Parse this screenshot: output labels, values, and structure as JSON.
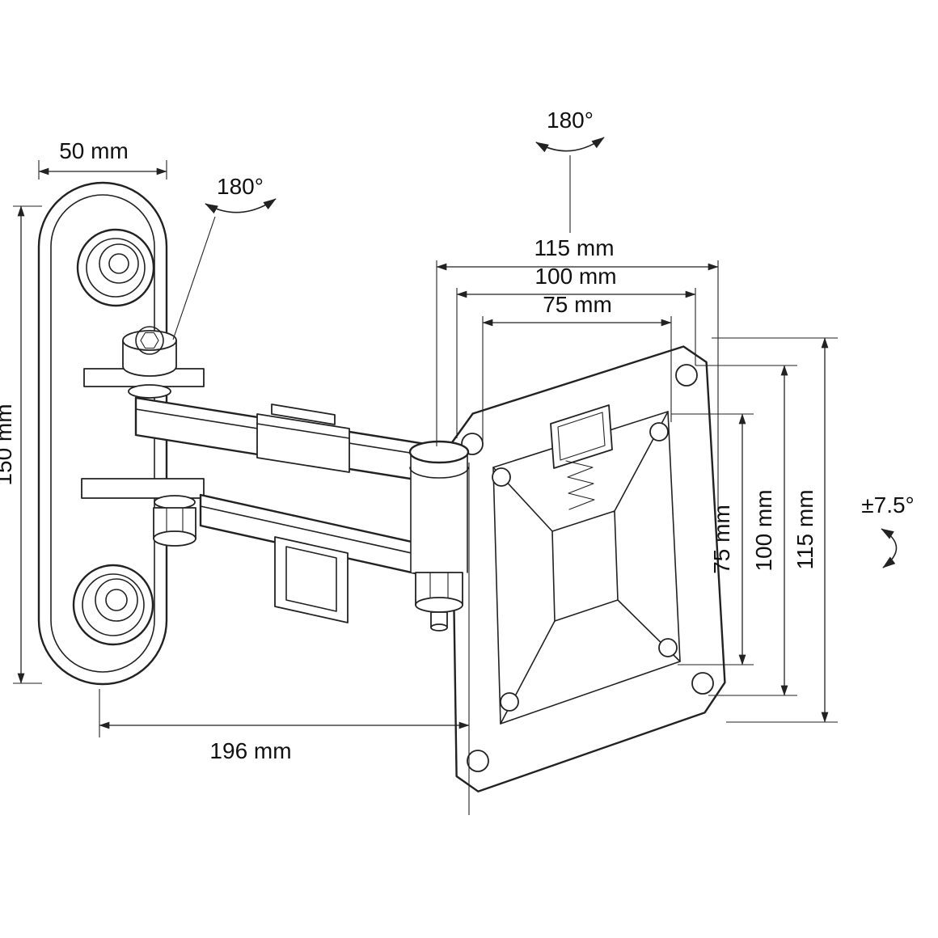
{
  "page": {
    "background": "#ffffff",
    "line_color": "#222222",
    "text_color": "#111111"
  },
  "labels": {
    "wall_plate_width": "50 mm",
    "wall_plate_height": "150 mm",
    "arm_reach": "196 mm",
    "swivel_arm": "180°",
    "swivel_head": "180°",
    "tilt_range": "±7.5°",
    "vesa_width_outer": "115 mm",
    "vesa_width_mid": "100 mm",
    "vesa_width_inner": "75 mm",
    "vesa_height_inner": "75 mm",
    "vesa_height_mid": "100 mm",
    "vesa_height_outer": "115 mm"
  }
}
